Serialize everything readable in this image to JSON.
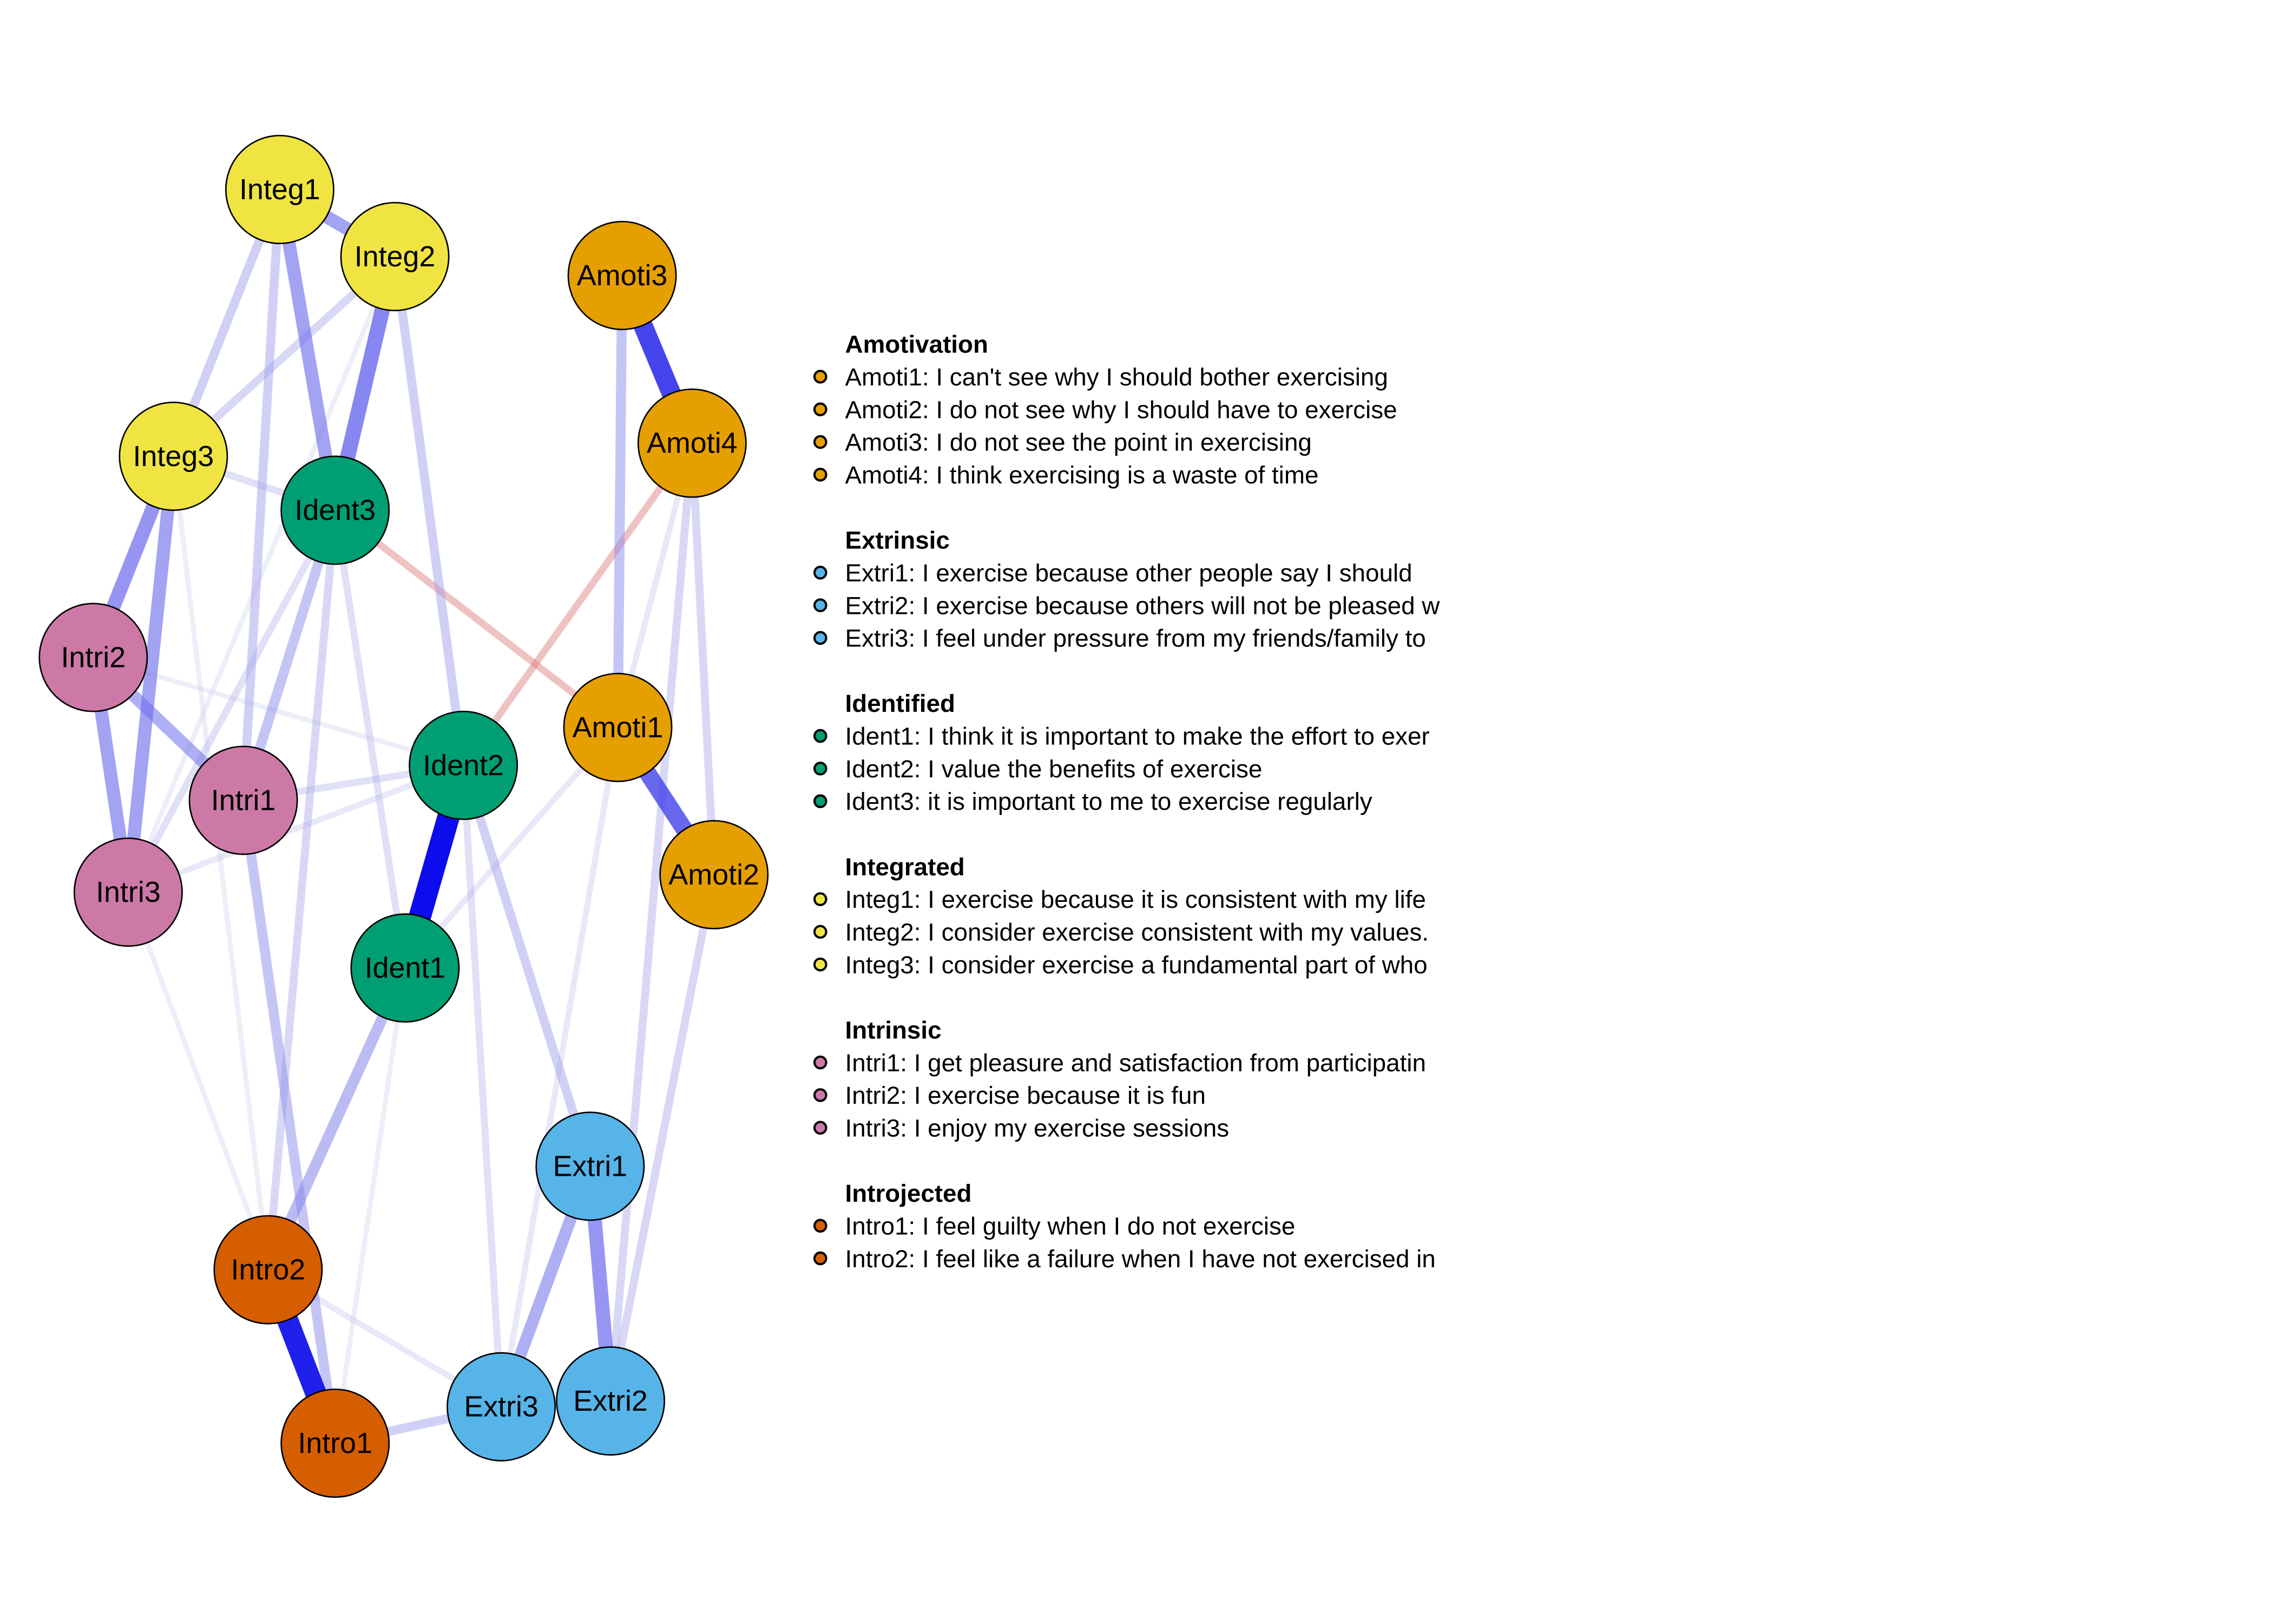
{
  "diagram": {
    "type": "network",
    "groups": [
      {
        "name": "Amotivation",
        "color": "#E69F00",
        "items": [
          "Amoti1: I can't see why I should bother exercising",
          "Amoti2: I do not see why I should have to exercise",
          "Amoti3:  I do not see the point in exercising",
          "Amoti4:  I think exercising is a waste of time"
        ]
      },
      {
        "name": "Extrinsic",
        "color": "#56B4E9",
        "items": [
          "Extri1:  I exercise because other people say I should",
          "Extri2:  I exercise because others will not be pleased w",
          "Extri3:  I feel under pressure from my friends/family to"
        ]
      },
      {
        "name": "Identified",
        "color": "#009E73",
        "items": [
          "Ident1:  I think it is important to make the effort to exer",
          "Ident2:  I value the benefits of exercise",
          "Ident3:  it is important to me to exercise regularly"
        ]
      },
      {
        "name": "Integrated",
        "color": "#F0E442",
        "items": [
          "Integ1:  I exercise because it is consistent with my life",
          "Integ2:  I consider exercise consistent with my values.",
          "Integ3:  I consider exercise a fundamental part of who"
        ]
      },
      {
        "name": "Intrinsic",
        "color": "#CC79A7",
        "items": [
          "Intri1:  I get pleasure and satisfaction from participatin",
          "Intri2:  I exercise because it is fun",
          "Intri3:  I enjoy my exercise sessions"
        ]
      },
      {
        "name": "Introjected",
        "color": "#D55E00",
        "items": [
          "Intro1:  I feel guilty when I do not exercise",
          "Intro2:  I feel like a failure when I have not exercised in"
        ]
      }
    ],
    "nodes": [
      {
        "id": "Integ1",
        "group": "Integrated"
      },
      {
        "id": "Integ2",
        "group": "Integrated"
      },
      {
        "id": "Integ3",
        "group": "Integrated"
      },
      {
        "id": "Ident3",
        "group": "Identified"
      },
      {
        "id": "Intri2",
        "group": "Intrinsic"
      },
      {
        "id": "Intri1",
        "group": "Intrinsic"
      },
      {
        "id": "Intri3",
        "group": "Intrinsic"
      },
      {
        "id": "Ident2",
        "group": "Identified"
      },
      {
        "id": "Ident1",
        "group": "Identified"
      },
      {
        "id": "Intro2",
        "group": "Introjected"
      },
      {
        "id": "Intro1",
        "group": "Introjected"
      },
      {
        "id": "Extri3",
        "group": "Extrinsic"
      },
      {
        "id": "Extri2",
        "group": "Extrinsic"
      },
      {
        "id": "Extri1",
        "group": "Extrinsic"
      },
      {
        "id": "Amoti3",
        "group": "Amotivation"
      },
      {
        "id": "Amoti4",
        "group": "Amotivation"
      },
      {
        "id": "Amoti1",
        "group": "Amotivation"
      },
      {
        "id": "Amoti2",
        "group": "Amotivation"
      }
    ],
    "edges": [
      [
        "Intro2",
        "Intro1",
        0.9
      ],
      [
        "Ident2",
        "Ident1",
        0.95
      ],
      [
        "Amoti3",
        "Amoti4",
        0.8
      ],
      [
        "Amoti1",
        "Amoti2",
        0.7
      ],
      [
        "Integ2",
        "Ident3",
        0.6
      ],
      [
        "Integ1",
        "Ident3",
        0.5
      ],
      [
        "Integ1",
        "Integ2",
        0.5
      ],
      [
        "Integ3",
        "Intri2",
        0.55
      ],
      [
        "Integ3",
        "Intri3",
        0.5
      ],
      [
        "Intri2",
        "Intri3",
        0.5
      ],
      [
        "Intri2",
        "Intri1",
        0.45
      ],
      [
        "Extri1",
        "Extri2",
        0.55
      ],
      [
        "Extri1",
        "Extri3",
        0.45
      ],
      [
        "Ident1",
        "Intro2",
        0.4
      ],
      [
        "Intri1",
        "Intro1",
        0.35
      ],
      [
        "Integ1",
        "Integ3",
        0.3
      ],
      [
        "Integ1",
        "Intri1",
        0.3
      ],
      [
        "Integ2",
        "Integ3",
        0.25
      ],
      [
        "Integ2",
        "Ident2",
        0.3
      ],
      [
        "Ident3",
        "Intri1",
        0.35
      ],
      [
        "Ident3",
        "Intri3",
        0.2
      ],
      [
        "Ident3",
        "Intro2",
        0.25
      ],
      [
        "Ident3",
        "Ident1",
        0.2
      ],
      [
        "Integ3",
        "Ident3",
        0.2
      ],
      [
        "Amoti3",
        "Amoti1",
        0.35
      ],
      [
        "Amoti4",
        "Amoti2",
        0.25
      ],
      [
        "Amoti4",
        "Amoti1",
        0.15
      ],
      [
        "Amoti4",
        "Extri2",
        0.25
      ],
      [
        "Amoti2",
        "Extri2",
        0.25
      ],
      [
        "Ident2",
        "Extri1",
        0.3
      ],
      [
        "Extri3",
        "Intro1",
        0.3
      ],
      [
        "Extri3",
        "Ident2",
        0.2
      ],
      [
        "Intro2",
        "Extri3",
        0.15
      ],
      [
        "Intri3",
        "Ident2",
        0.15
      ],
      [
        "Intri1",
        "Ident2",
        0.2
      ],
      [
        "Ident3",
        "Amoti1",
        -0.2
      ],
      [
        "Amoti4",
        "Ident2",
        -0.2
      ],
      [
        "Amoti1",
        "Ident1",
        0.15
      ],
      [
        "Intro1",
        "Ident1",
        0.1
      ],
      [
        "Intri3",
        "Intro1",
        0.1
      ],
      [
        "Integ3",
        "Intro2",
        0.1
      ],
      [
        "Integ2",
        "Intri3",
        0.1
      ],
      [
        "Intri2",
        "Ident2",
        0.1
      ],
      [
        "Amoti1",
        "Extri3",
        0.15
      ]
    ]
  }
}
